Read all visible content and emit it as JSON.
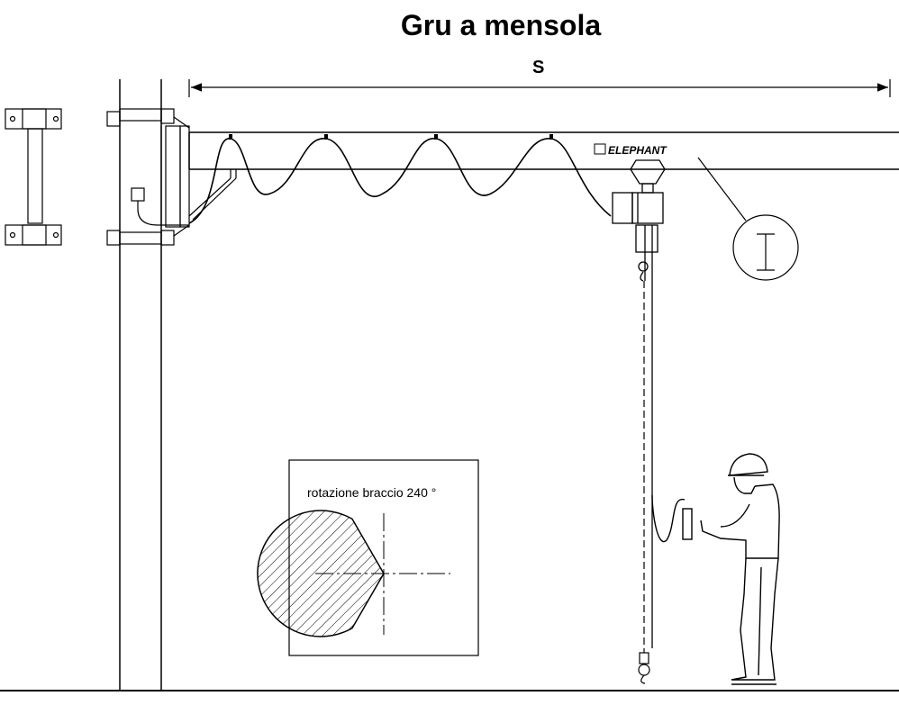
{
  "title": "Gru a mensola",
  "span_label": "S",
  "brand_label": "ELEPHANT",
  "rotation_inset": {
    "label": "rotazione braccio 240 °",
    "rotation_degrees": 240
  },
  "colors": {
    "line": "#000000",
    "background": "#ffffff"
  }
}
